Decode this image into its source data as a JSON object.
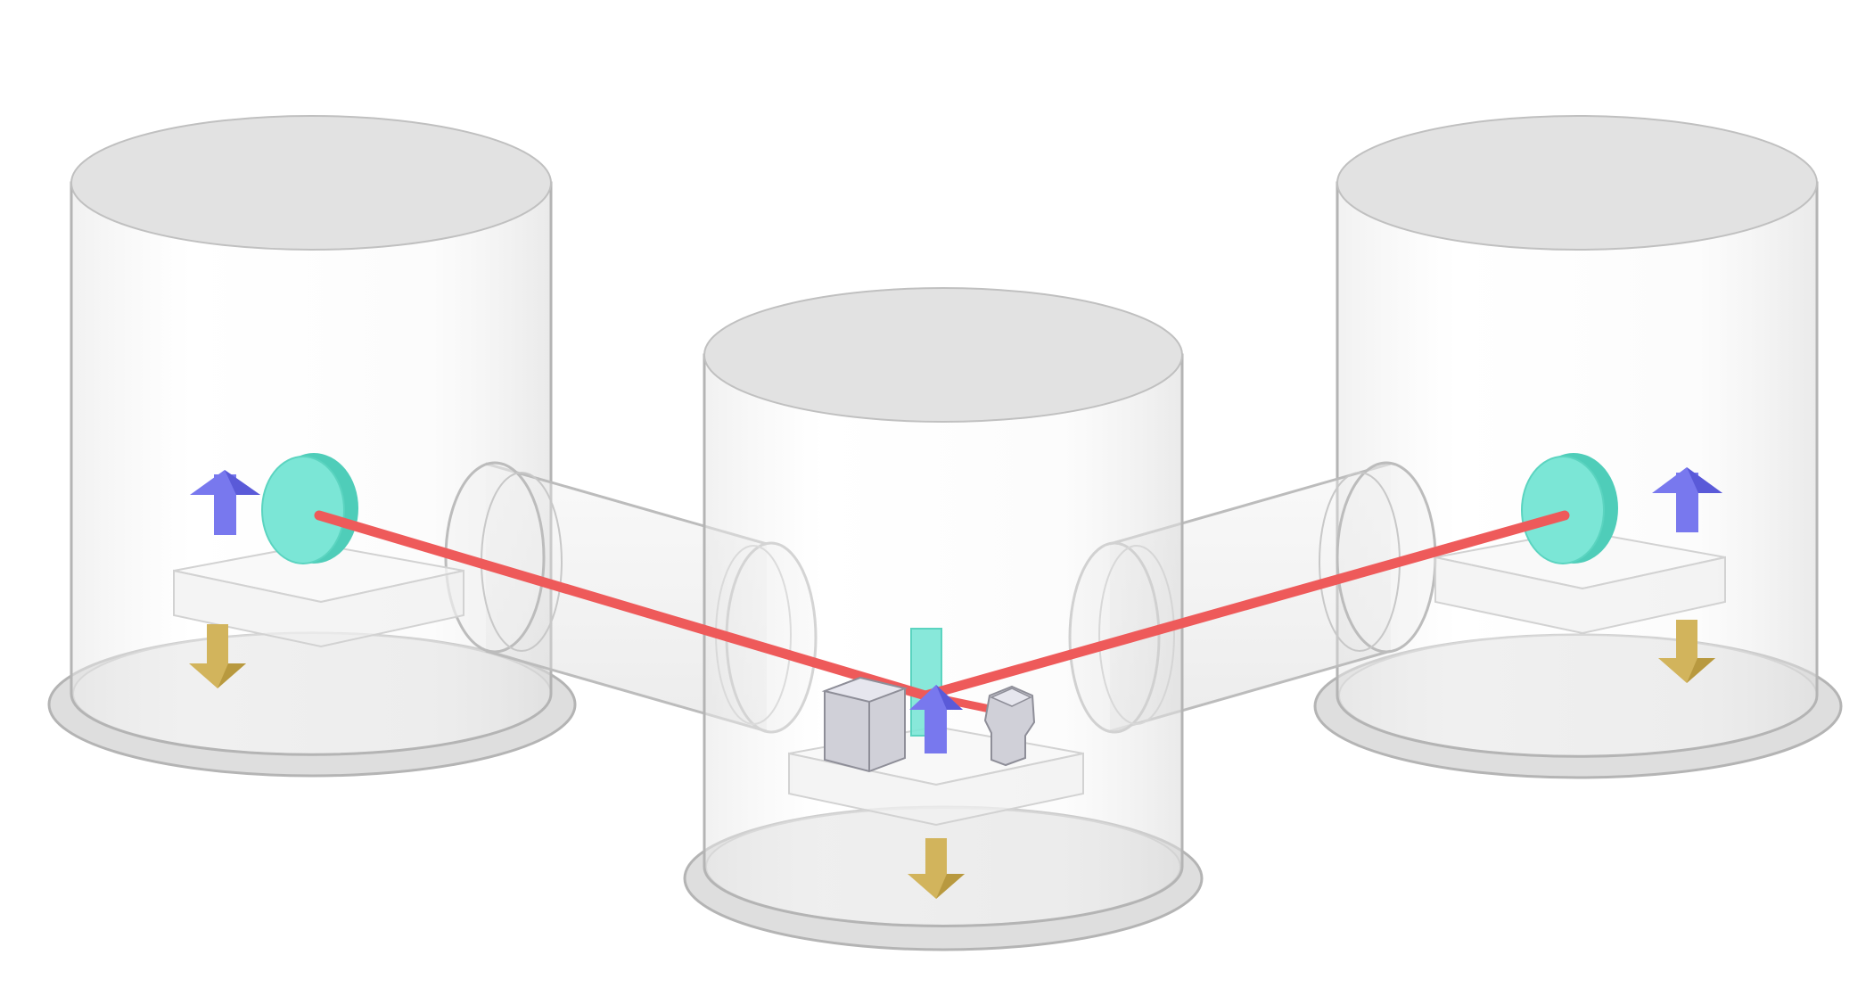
{
  "diagram": {
    "colors": {
      "background": "#ffffff",
      "vessel_outline": "#b4b4b4",
      "vessel_fill": "#f4f4f4",
      "vessel_top": "#e2e2e2",
      "vessel_base": "#d9d9d9",
      "beam": "#ee5a5a",
      "mirror": "#7be6d6",
      "mirror_edge": "#4fcdb9",
      "up_arrow": "#7878ee",
      "down_arrow": "#d2b45c",
      "platform": "#f7f7f7",
      "component": "#d0d0d8"
    },
    "chambers": [
      "left-vacuum-chamber",
      "center-vacuum-chamber",
      "right-vacuum-chamber"
    ],
    "beam_tubes": [
      "left-beam-tube",
      "right-beam-tube"
    ],
    "icons": {
      "up": "up-arrow-icon",
      "down": "down-arrow-icon"
    }
  }
}
